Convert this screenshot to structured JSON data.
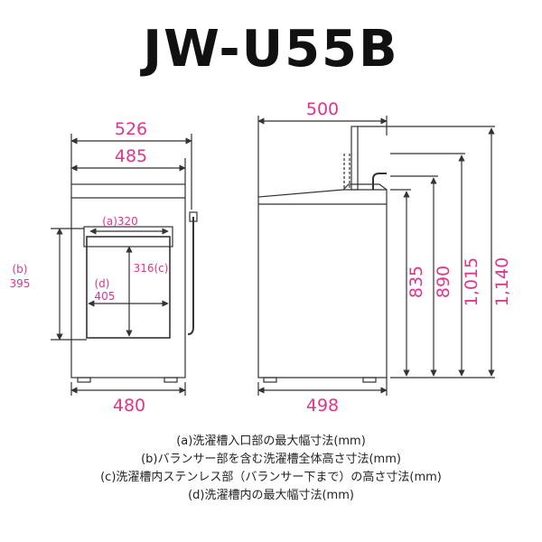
{
  "title": "JW-U55B",
  "colors": {
    "dimension_text": "#e0368a",
    "line": "#333333",
    "body_fill": "#ffffff"
  },
  "front_view": {
    "total_width": "526",
    "body_width": "485",
    "base_width": "480",
    "opening_label": "(a)320",
    "balancer_label_letter": "(b)",
    "balancer_label_value": "395",
    "drum_depth_label": "316(c)",
    "drum_width_letter": "(d)",
    "drum_width_value": "405"
  },
  "side_view": {
    "top_depth": "500",
    "base_depth": "498",
    "heights": [
      "835",
      "890",
      "1,015",
      "1,140"
    ]
  },
  "notes": [
    "(a)洗濯槽入口部の最大幅寸法(mm)",
    "(b)バランサー部を含む洗濯槽全体高さ寸法(mm)",
    "(c)洗濯槽内ステンレス部（バランサー下まで）の高さ寸法(mm)",
    "(d)洗濯槽内の最大幅寸法(mm)"
  ]
}
